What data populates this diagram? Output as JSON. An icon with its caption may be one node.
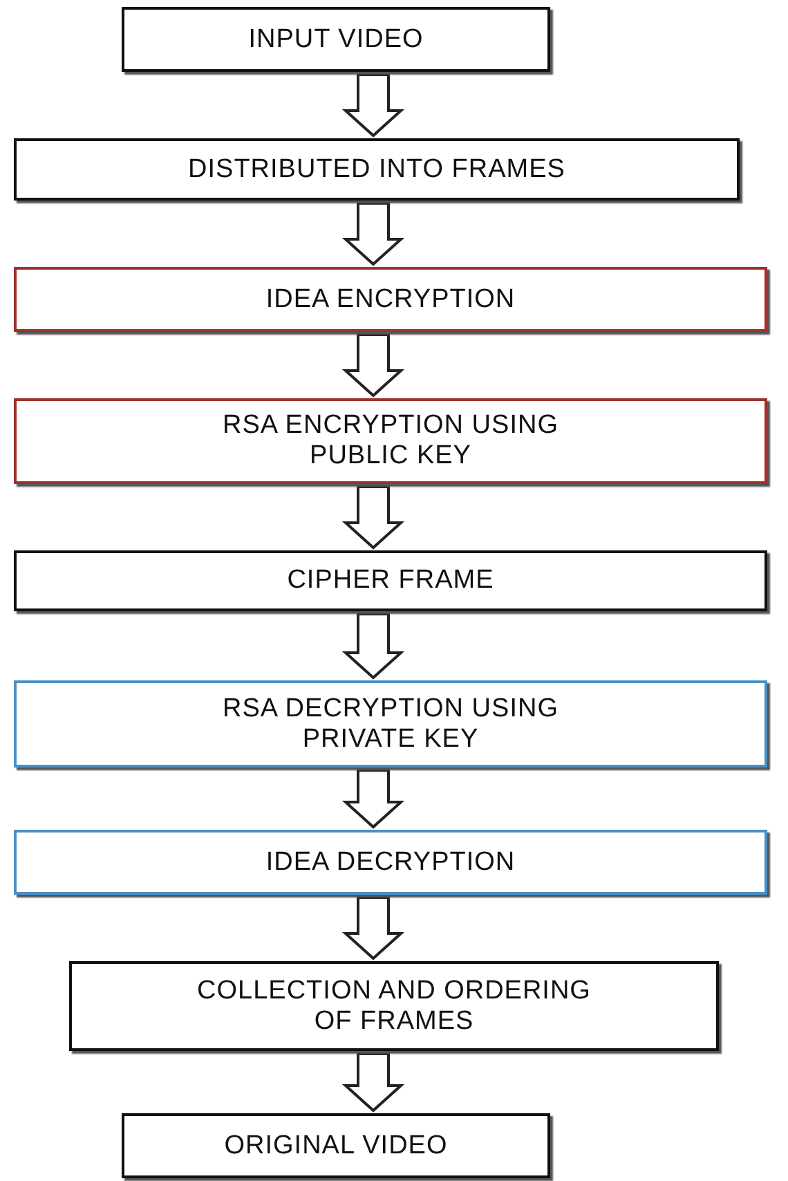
{
  "diagram": {
    "nodes": [
      {
        "text": [
          "INPUT VIDEO"
        ]
      },
      {
        "text": [
          "DISTRIBUTED INTO FRAMES"
        ]
      },
      {
        "text": [
          "IDEA ENCRYPTION"
        ]
      },
      {
        "text": [
          "RSA ENCRYPTION USING PUBLIC KEY"
        ]
      },
      {
        "text": [
          "CIPHER FRAME"
        ]
      },
      {
        "text": [
          "RSA DECRYPTION USING PRIVATE KEY"
        ]
      },
      {
        "text": [
          "IDEA DECRYPTION"
        ]
      },
      {
        "text": [
          "COLLECTION AND ORDERING OF FRAMES"
        ]
      },
      {
        "text": [
          "ORIGINAL VIDEO"
        ]
      }
    ],
    "edges": [
      {
        "from": 0,
        "to": 1,
        "arrow": "to"
      },
      {
        "from": 1,
        "to": 2,
        "arrow": "to"
      },
      {
        "from": 2,
        "to": 3,
        "arrow": "to"
      },
      {
        "from": 3,
        "to": 4,
        "arrow": "to"
      },
      {
        "from": 4,
        "to": 5,
        "arrow": "to"
      },
      {
        "from": 5,
        "to": 6,
        "arrow": "to"
      },
      {
        "from": 6,
        "to": 7,
        "arrow": "to"
      },
      {
        "from": 7,
        "to": 8,
        "arrow": "to"
      }
    ]
  }
}
